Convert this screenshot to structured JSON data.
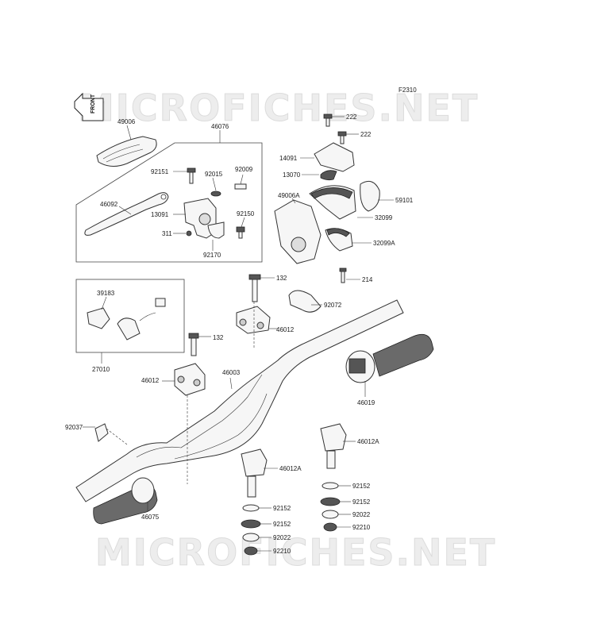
{
  "figure_code": "F2310",
  "watermark": "MICROFICHES.NET",
  "front_label": "FRONT",
  "labels": {
    "l49006": "49006",
    "l46076": "46076",
    "l92151": "92151",
    "l92015": "92015",
    "l92009": "92009",
    "l46092": "46092",
    "l13091": "13091",
    "l92150": "92150",
    "l311": "311",
    "l92170": "92170",
    "l222a": "222",
    "l222b": "222",
    "l14091": "14091",
    "l13070": "13070",
    "l49006A": "49006A",
    "l59101": "59101",
    "l32099": "32099",
    "l32099A": "32099A",
    "l214": "214",
    "l132a": "132",
    "l39183": "39183",
    "l92072": "92072",
    "l46012a": "46012",
    "l132b": "132",
    "l27010": "27010",
    "l46003": "46003",
    "l46012b": "46012",
    "l46019": "46019",
    "l92037": "92037",
    "l46012Aa": "46012A",
    "l46012Ab": "46012A",
    "l92152a": "92152",
    "l92152b": "92152",
    "l92152c": "92152",
    "l92152d": "92152",
    "l46075": "46075",
    "l92022a": "92022",
    "l92022b": "92022",
    "l92210a": "92210",
    "l92210b": "92210"
  }
}
